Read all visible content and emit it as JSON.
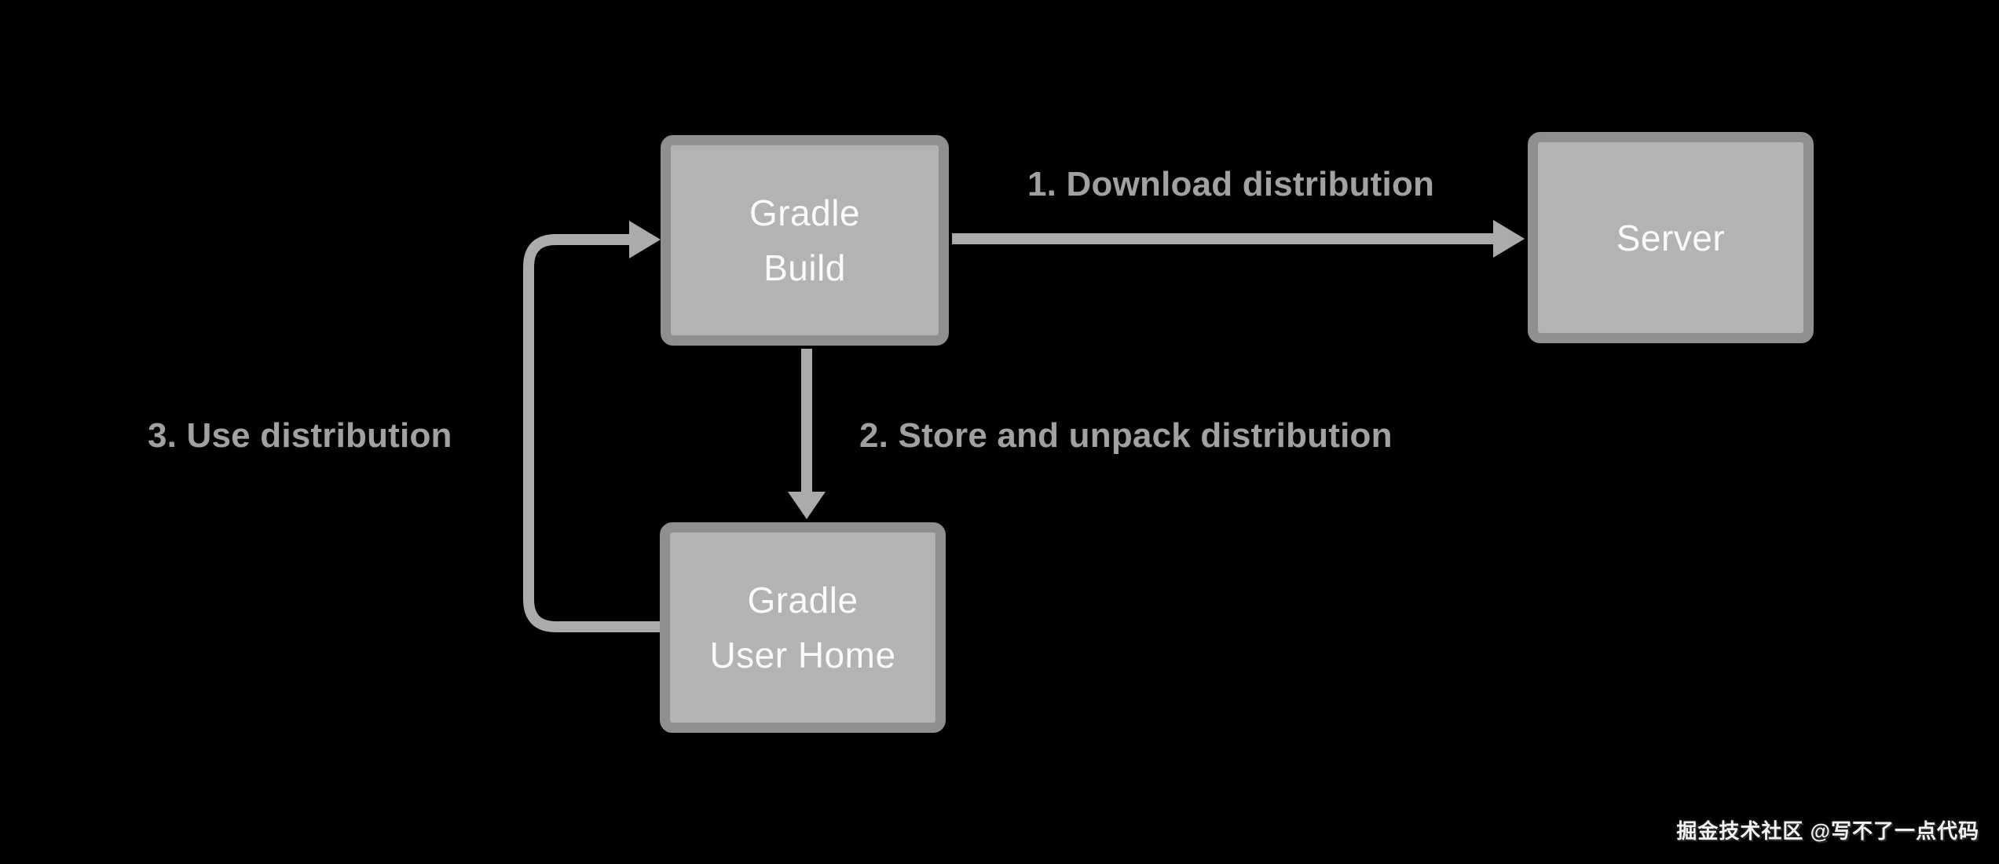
{
  "diagram": {
    "nodes": {
      "gradle_build": {
        "line1": "Gradle",
        "line2": "Build"
      },
      "server": {
        "line1": "Server",
        "line2": ""
      },
      "gradle_user_home": {
        "line1": "Gradle",
        "line2": "User Home"
      }
    },
    "edges": {
      "download": {
        "label": "1. Download distribution",
        "from": "gradle_build",
        "to": "server"
      },
      "store": {
        "label": "2. Store and unpack distribution",
        "from": "gradle_build",
        "to": "gradle_user_home"
      },
      "use": {
        "label": "3. Use distribution",
        "from": "gradle_user_home",
        "to": "gradle_build"
      }
    }
  },
  "watermark": {
    "text": "掘金技术社区 @写不了一点代码"
  },
  "colors": {
    "background": "#000000",
    "box_fill": "#b3b3b3",
    "box_border": "#8f8f8f",
    "box_text": "#fafafa",
    "arrow": "#ababab",
    "edge_label_text": "#a1a1a1",
    "watermark_text": "#f2f2f2"
  }
}
